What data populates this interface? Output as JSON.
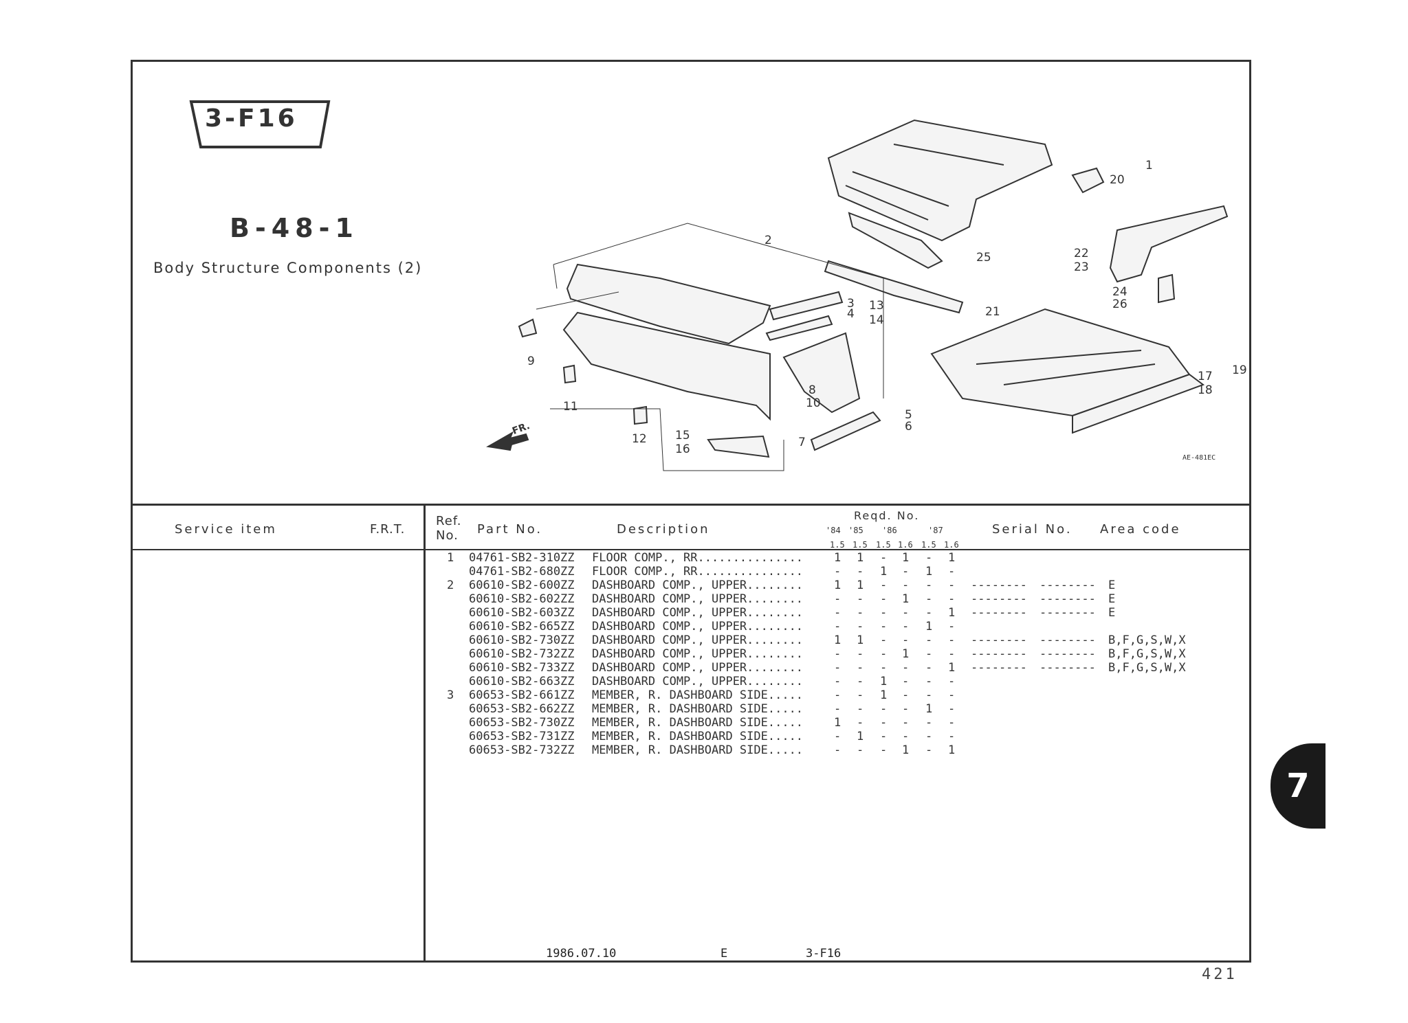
{
  "header": {
    "group_code": "3-F16",
    "page_code": "B-48-1",
    "title": "Body Structure Components (2)"
  },
  "diagram": {
    "callouts": [
      "1",
      "20",
      "2",
      "25",
      "22",
      "23",
      "24",
      "26",
      "3",
      "4",
      "13",
      "14",
      "21",
      "9",
      "19",
      "17",
      "18",
      "8",
      "10",
      "11",
      "5",
      "6",
      "12",
      "15",
      "16",
      "7"
    ],
    "front_arrow": "FR.",
    "drawing_code": "AE-481EC"
  },
  "table": {
    "headers": {
      "service_item": "Service  item",
      "frt": "F.R.T.",
      "ref": "Ref.",
      "no": "No.",
      "part_no": "Part No.",
      "description": "Description",
      "reqd_no": "Reqd. No.",
      "years": [
        "'84",
        "'85",
        "'86",
        "'87"
      ],
      "engines": [
        "1.5",
        "1.5",
        "1.5",
        "1.6",
        "1.5",
        "1.6"
      ],
      "serial_no": "Serial No.",
      "area_code": "Area  code"
    },
    "rows": [
      {
        "ref": "1",
        "part": "04761-SB2-310ZZ",
        "desc": "FLOOR COMP., RR...............",
        "qty": [
          "1",
          "1",
          "-",
          "1",
          "-",
          "1"
        ],
        "serial_from": "",
        "serial_to": "",
        "area": ""
      },
      {
        "ref": "",
        "part": "04761-SB2-680ZZ",
        "desc": "FLOOR COMP., RR...............",
        "qty": [
          "-",
          "-",
          "1",
          "-",
          "1",
          "-"
        ],
        "serial_from": "",
        "serial_to": "",
        "area": ""
      },
      {
        "ref": "2",
        "part": "60610-SB2-600ZZ",
        "desc": "DASHBOARD COMP., UPPER........",
        "qty": [
          "1",
          "1",
          "-",
          "-",
          "-",
          "-"
        ],
        "serial_from": "--------",
        "serial_to": "--------",
        "area": "E"
      },
      {
        "ref": "",
        "part": "60610-SB2-602ZZ",
        "desc": "DASHBOARD COMP., UPPER........",
        "qty": [
          "-",
          "-",
          "-",
          "1",
          "-",
          "-"
        ],
        "serial_from": "--------",
        "serial_to": "--------",
        "area": "E"
      },
      {
        "ref": "",
        "part": "60610-SB2-603ZZ",
        "desc": "DASHBOARD COMP., UPPER........",
        "qty": [
          "-",
          "-",
          "-",
          "-",
          "-",
          "1"
        ],
        "serial_from": "--------",
        "serial_to": "--------",
        "area": "E"
      },
      {
        "ref": "",
        "part": "60610-SB2-665ZZ",
        "desc": "DASHBOARD COMP., UPPER........",
        "qty": [
          "-",
          "-",
          "-",
          "-",
          "1",
          "-"
        ],
        "serial_from": "",
        "serial_to": "",
        "area": ""
      },
      {
        "ref": "",
        "part": "60610-SB2-730ZZ",
        "desc": "DASHBOARD COMP., UPPER........",
        "qty": [
          "1",
          "1",
          "-",
          "-",
          "-",
          "-"
        ],
        "serial_from": "--------",
        "serial_to": "--------",
        "area": "B,F,G,S,W,X"
      },
      {
        "ref": "",
        "part": "60610-SB2-732ZZ",
        "desc": "DASHBOARD COMP., UPPER........",
        "qty": [
          "-",
          "-",
          "-",
          "1",
          "-",
          "-"
        ],
        "serial_from": "--------",
        "serial_to": "--------",
        "area": "B,F,G,S,W,X"
      },
      {
        "ref": "",
        "part": "60610-SB2-733ZZ",
        "desc": "DASHBOARD COMP., UPPER........",
        "qty": [
          "-",
          "-",
          "-",
          "-",
          "-",
          "1"
        ],
        "serial_from": "--------",
        "serial_to": "--------",
        "area": "B,F,G,S,W,X"
      },
      {
        "ref": "",
        "part": "60610-SB2-663ZZ",
        "desc": "DASHBOARD COMP., UPPER........",
        "qty": [
          "-",
          "-",
          "1",
          "-",
          "-",
          "-"
        ],
        "serial_from": "",
        "serial_to": "",
        "area": ""
      },
      {
        "ref": "3",
        "part": "60653-SB2-661ZZ",
        "desc": "MEMBER, R. DASHBOARD SIDE.....",
        "qty": [
          "-",
          "-",
          "1",
          "-",
          "-",
          "-"
        ],
        "serial_from": "",
        "serial_to": "",
        "area": ""
      },
      {
        "ref": "",
        "part": "60653-SB2-662ZZ",
        "desc": "MEMBER, R. DASHBOARD SIDE.....",
        "qty": [
          "-",
          "-",
          "-",
          "-",
          "1",
          "-"
        ],
        "serial_from": "",
        "serial_to": "",
        "area": ""
      },
      {
        "ref": "",
        "part": "60653-SB2-730ZZ",
        "desc": "MEMBER, R. DASHBOARD SIDE.....",
        "qty": [
          "1",
          "-",
          "-",
          "-",
          "-",
          "-"
        ],
        "serial_from": "",
        "serial_to": "",
        "area": ""
      },
      {
        "ref": "",
        "part": "60653-SB2-731ZZ",
        "desc": "MEMBER, R. DASHBOARD SIDE.....",
        "qty": [
          "-",
          "1",
          "-",
          "-",
          "-",
          "-"
        ],
        "serial_from": "",
        "serial_to": "",
        "area": ""
      },
      {
        "ref": "",
        "part": "60653-SB2-732ZZ",
        "desc": "MEMBER, R. DASHBOARD SIDE.....",
        "qty": [
          "-",
          "-",
          "-",
          "1",
          "-",
          "1"
        ],
        "serial_from": "",
        "serial_to": "",
        "area": ""
      }
    ]
  },
  "footer": {
    "date": "1986.07.10",
    "area": "E",
    "code": "3-F16",
    "page_number": "421",
    "section_tab": "7"
  }
}
